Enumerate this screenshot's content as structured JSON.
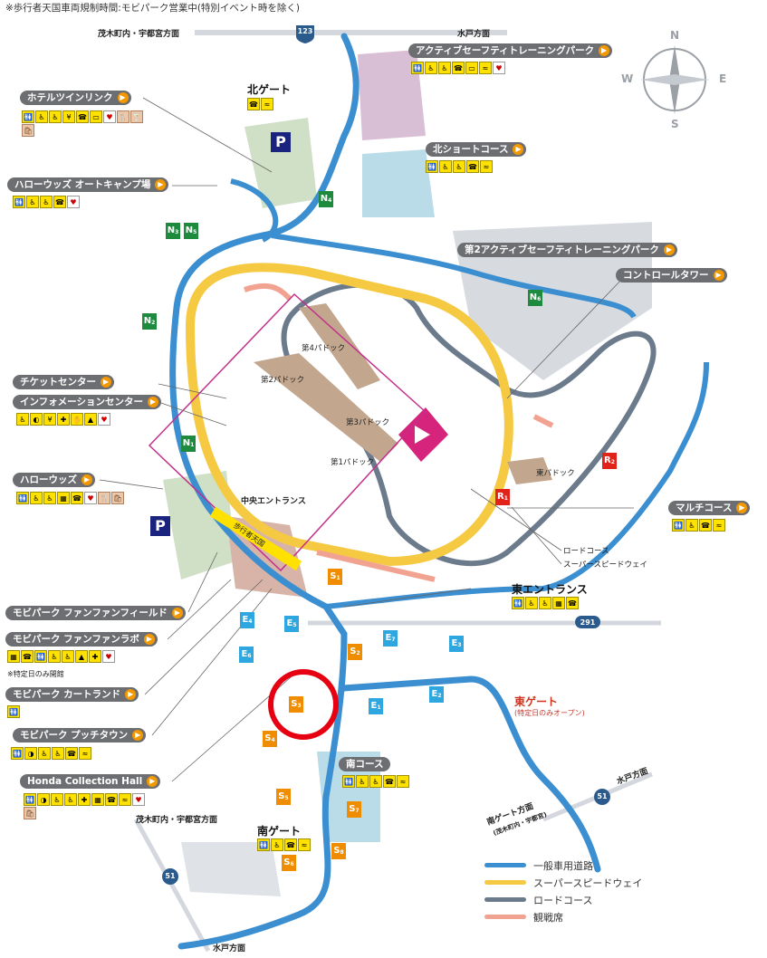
{
  "notice": "※歩行者天国車両規制時間:モビパーク営業中(特別イベント時を除く)",
  "compass": {
    "N": "N",
    "E": "E",
    "S": "S",
    "W": "W"
  },
  "directions": {
    "top_left": "茂木町内・宇都宮方面",
    "top_right": "水戸方面",
    "bottom_left": "茂木町内・宇都宮方面",
    "bottom": "水戸方面",
    "south_gate_dir": "南ゲート方面",
    "south_gate_dir_sub": "(茂木町内・宇都宮)",
    "mito_right": "水戸方面"
  },
  "routes": {
    "r123": "123",
    "r291": "291",
    "r51a": "51",
    "r51b": "51"
  },
  "labels": {
    "active_safety": "アクティブセーフティトレーニングパーク",
    "hotel": "ホテルツインリンク",
    "camp": "ハローウッズ オートキャンプ場",
    "north_short": "北ショートコース",
    "active_safety2": "第2アクティブセーフティトレーニングパーク",
    "control_tower": "コントロールタワー",
    "ticket": "チケットセンター",
    "info": "インフォメーションセンター",
    "hellowoods": "ハローウッズ",
    "multi": "マルチコース",
    "funfan_field": "モビパーク ファンファンフィールド",
    "funfan_lab": "モビパーク ファンファンラボ",
    "special_day": "※特定日のみ開館",
    "cartland": "モビパーク カートランド",
    "puchi": "モビパーク プッチタウン",
    "honda_hall": "Honda Collection Hall",
    "south_course": "南コース"
  },
  "gates": {
    "north": "北ゲート",
    "east_entrance": "東エントランス",
    "east_gate": "東ゲート",
    "east_gate_sub": "(特定日のみオープン)",
    "south": "南ゲート",
    "central": "中央エントランス"
  },
  "paddocks": {
    "p1": "第1パドック",
    "p2": "第2パドック",
    "p3": "第3パドック",
    "p4": "第4パドック",
    "east": "東パドック"
  },
  "course_labels": {
    "road": "ロードコース",
    "speedway": "スーパースピードウェイ"
  },
  "hokoten": "歩行者天国",
  "parking_letter": "P",
  "parking": [
    {
      "id": "N4",
      "letter": "N",
      "num": "4"
    },
    {
      "id": "N3",
      "letter": "N",
      "num": "3"
    },
    {
      "id": "N5",
      "letter": "N",
      "num": "5"
    },
    {
      "id": "N2",
      "letter": "N",
      "num": "2"
    },
    {
      "id": "N1",
      "letter": "N",
      "num": "1"
    },
    {
      "id": "N6",
      "letter": "N",
      "num": "6"
    },
    {
      "id": "R2",
      "letter": "R",
      "num": "2"
    },
    {
      "id": "R1",
      "letter": "R",
      "num": "1"
    },
    {
      "id": "S1",
      "letter": "S",
      "num": "1"
    },
    {
      "id": "S2",
      "letter": "S",
      "num": "2"
    },
    {
      "id": "S3",
      "letter": "S",
      "num": "3"
    },
    {
      "id": "S4",
      "letter": "S",
      "num": "4"
    },
    {
      "id": "S5",
      "letter": "S",
      "num": "5"
    },
    {
      "id": "S6",
      "letter": "S",
      "num": "6"
    },
    {
      "id": "S7",
      "letter": "S",
      "num": "7"
    },
    {
      "id": "S8",
      "letter": "S",
      "num": "8"
    },
    {
      "id": "E1",
      "letter": "E",
      "num": "1"
    },
    {
      "id": "E2",
      "letter": "E",
      "num": "2"
    },
    {
      "id": "E3",
      "letter": "E",
      "num": "3"
    },
    {
      "id": "E4",
      "letter": "E",
      "num": "4"
    },
    {
      "id": "E5",
      "letter": "E",
      "num": "5"
    },
    {
      "id": "E6",
      "letter": "E",
      "num": "6"
    },
    {
      "id": "E7",
      "letter": "E",
      "num": "7"
    }
  ],
  "legend": [
    {
      "label": "一般車用道路",
      "color": "#3b8fd0"
    },
    {
      "label": "スーパースピードウェイ",
      "color": "#f6c943"
    },
    {
      "label": "ロードコース",
      "color": "#6b7b8c"
    },
    {
      "label": "観戦席",
      "color": "#f2a291"
    }
  ],
  "highlight_color": "#e60012"
}
